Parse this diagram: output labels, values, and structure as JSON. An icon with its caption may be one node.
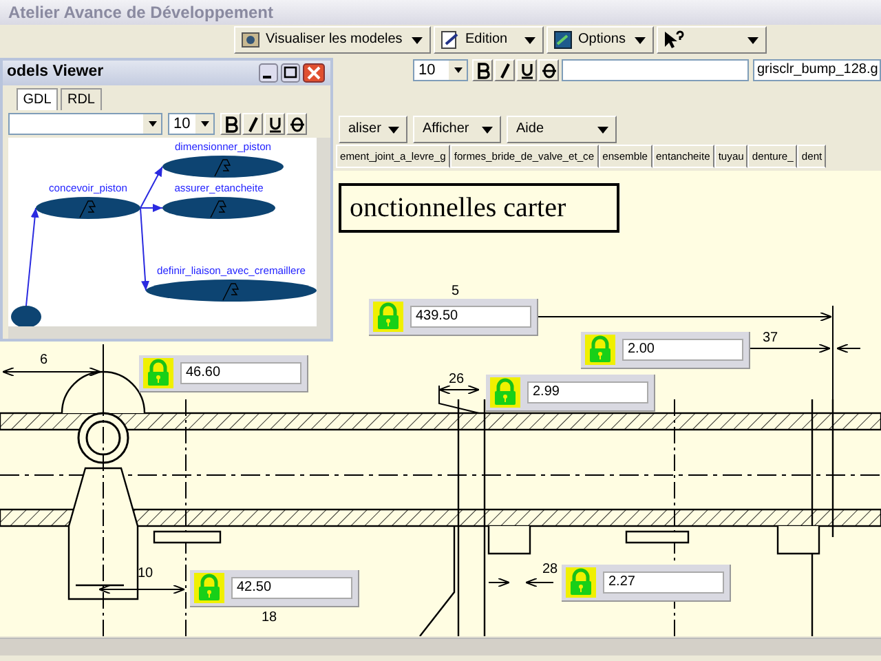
{
  "diagram": {
    "title": "Atelier Avance de Développement",
    "nodes": [
      {
        "text": [
          "concevoir_piston"
        ]
      },
      {
        "text": [
          "dimensionner_piston"
        ]
      },
      {
        "text": [
          "assurer_etancheite"
        ]
      },
      {
        "text": [
          "definir_liaison_avec_cremaillere"
        ]
      },
      {
        "text": [],
        "shape": "ellipse"
      }
    ],
    "edges": [
      {
        "from": 4,
        "to": 0,
        "arrow": "to"
      },
      {
        "from": 0,
        "to": 1,
        "arrow": "to"
      },
      {
        "from": 0,
        "to": 2,
        "arrow": "to"
      },
      {
        "from": 0,
        "to": 3,
        "arrow": "to"
      }
    ],
    "labels": [
      "Visualiser les modeles",
      "Edition",
      "Options",
      "10",
      "grisclr_bump_128.g",
      "aliser",
      "Afficher",
      "Aide",
      "ement_joint_a_levre_g",
      "formes_bride_de_valve_et_ce",
      "ensemble",
      "entancheite",
      "tuyau",
      "denture_",
      "dent",
      "onctionnelles carter",
      "odels Viewer",
      "GDL",
      "RDL",
      "10",
      "5",
      "439.50",
      "37",
      "2.00",
      "6",
      "46.60",
      "26",
      "2.99",
      "10",
      "42.50",
      "28",
      "2.27",
      "18"
    ]
  }
}
